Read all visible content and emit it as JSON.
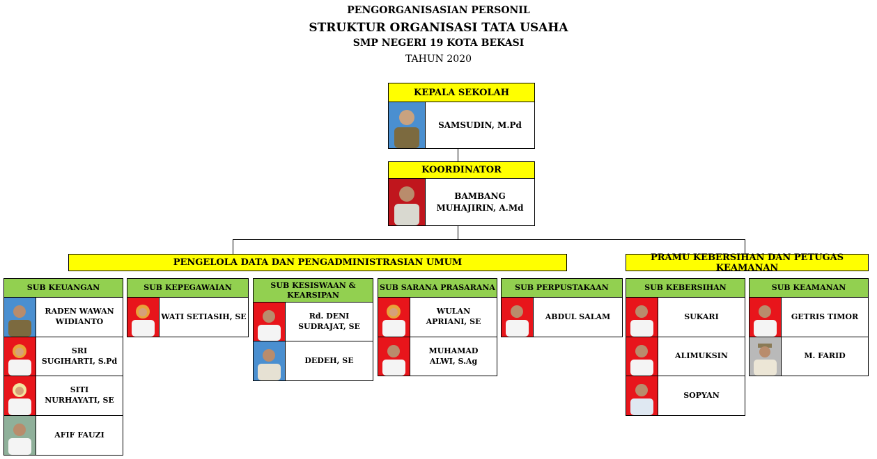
{
  "header": {
    "line1": "PENGORGANISASIAN PERSONIL",
    "line2": "STRUKTUR ORGANISASI TATA USAHA",
    "line3": "SMP NEGERI 19 KOTA BEKASI",
    "line4": "TAHUN 2020"
  },
  "kepala": {
    "title": "KEPALA SEKOLAH",
    "name": "SAMSUDIN, M.Pd"
  },
  "koordinator": {
    "title": "KOORDINATOR",
    "name_line1": "BAMBANG",
    "name_line2": "MUHAJIRIN, A.Md"
  },
  "groups": {
    "pengelola": "PENGELOLA DATA DAN PENGADMINISTRASIAN UMUM",
    "pramu": "PRAMU KEBERSIHAN DAN PETUGAS KEAMANAN"
  },
  "subs": {
    "keuangan": {
      "title": "SUB KEUANGAN",
      "members": [
        [
          "RADEN WAWAN",
          "WIDIANTO"
        ],
        [
          "SRI",
          "SUGIHARTI, S.Pd"
        ],
        [
          "SITI",
          "NURHAYATI, SE"
        ],
        [
          "AFIF FAUZI",
          ""
        ]
      ]
    },
    "kepegawaian": {
      "title": "SUB KEPEGAWAIAN",
      "members": [
        [
          "WATI SETIASIH, SE",
          ""
        ]
      ]
    },
    "kesiswaan": {
      "title_line1": "SUB KESISWAAN &",
      "title_line2": "KEARSIPAN",
      "members": [
        [
          "Rd. DENI",
          "SUDRAJAT, SE"
        ],
        [
          "DEDEH, SE",
          ""
        ]
      ]
    },
    "sarana": {
      "title": "SUB SARANA PRASARANA",
      "members": [
        [
          "WULAN",
          "APRIANI, SE"
        ],
        [
          "MUHAMAD",
          "ALWI, S.Ag"
        ]
      ]
    },
    "perpustakaan": {
      "title": "SUB PERPUSTAKAAN",
      "members": [
        [
          "ABDUL SALAM",
          ""
        ]
      ]
    },
    "kebersihan": {
      "title": "SUB KEBERSIHAN",
      "members": [
        [
          "SUKARI",
          ""
        ],
        [
          "ALIMUKSIN",
          ""
        ],
        [
          "SOPYAN",
          ""
        ]
      ]
    },
    "keamanan": {
      "title": "SUB KEAMANAN",
      "members": [
        [
          "GETRIS TIMOR",
          ""
        ],
        [
          "M. FARID",
          ""
        ]
      ]
    }
  },
  "colors": {
    "yellow": "#ffff00",
    "green": "#92d050",
    "photo_red": "#e8151b",
    "photo_blue": "#4a8fd0",
    "photo_gray": "#b9b9b9"
  }
}
